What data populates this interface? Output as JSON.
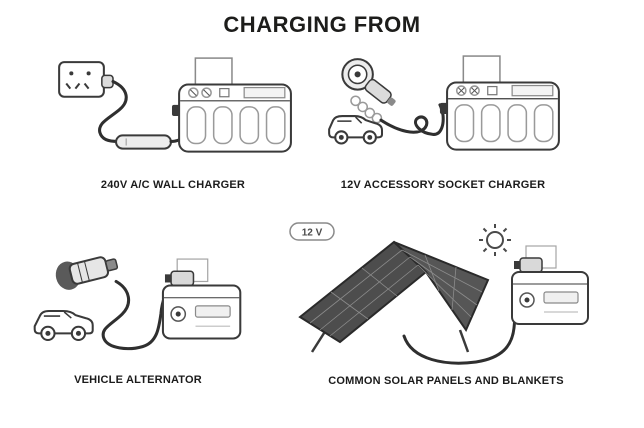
{
  "title": "CHARGING FROM",
  "panels": [
    {
      "id": "wall-charger",
      "label": "240V A/C WALL CHARGER"
    },
    {
      "id": "accessory-socket",
      "label": "12V ACCESSORY SOCKET CHARGER"
    },
    {
      "id": "vehicle-alternator",
      "label": "VEHICLE ALTERNATOR"
    },
    {
      "id": "solar",
      "label": "COMMON SOLAR PANELS AND BLANKETS"
    }
  ],
  "solar": {
    "badge": "12 V"
  }
}
